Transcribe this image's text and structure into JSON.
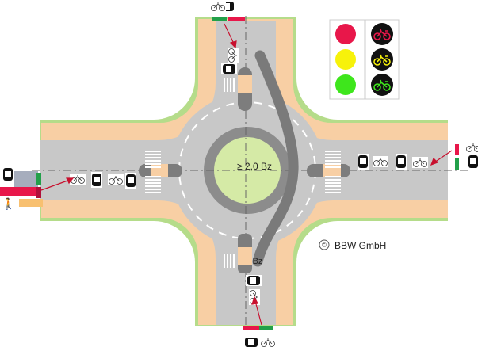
{
  "diagram": {
    "title": "Turbo roundabout with bicycle bypass",
    "central_island_label": "≥ 2,0 Bz",
    "bypass_width_label": "Bz",
    "copyright_symbol": "©",
    "copyright_text": "BBW GmbH"
  },
  "colors": {
    "road": "#c8c8c8",
    "verge": "#f8cfa4",
    "grass_edge": "#b5dc8a",
    "island_green": "#d5eaa6",
    "island_ring": "#8c8c8c",
    "bypass_lane": "#7a7a7a",
    "signal_red": "#e8174a",
    "signal_yellow": "#f7f20a",
    "signal_green": "#3ee61c"
  },
  "legend": {
    "columns": [
      "vehicle-signal",
      "bicycle-signal"
    ],
    "rows": [
      "red",
      "yellow",
      "green"
    ]
  }
}
